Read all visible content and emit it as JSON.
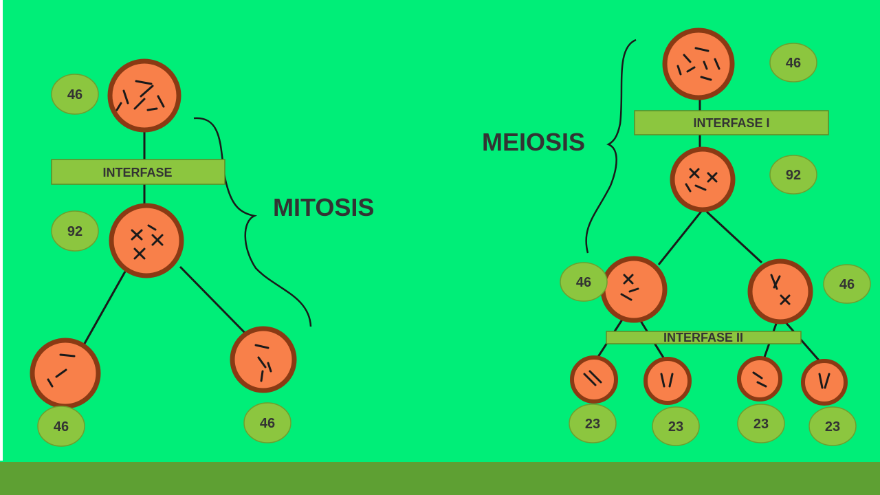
{
  "colors": {
    "background": "#00ee78",
    "cell_fill": "#f8804a",
    "cell_border": "#8a3a14",
    "badge_fill": "#8cc63f",
    "label_fill": "#8cc63f",
    "footer": "#5ea033",
    "line": "#1a1a1a"
  },
  "mitosis": {
    "title": "MITOSIS",
    "interfase_label": "INTERFASE",
    "counts": {
      "parent": "46",
      "after_interfase": "92",
      "daughter_left": "46",
      "daughter_right": "46"
    }
  },
  "meiosis": {
    "title": "MEIOSIS",
    "interfase_1_label": "INTERFASE I",
    "interfase_2_label": "INTERFASE II",
    "counts": {
      "parent": "46",
      "after_interfase_1": "92",
      "division1_left": "46",
      "division1_right": "46",
      "gamete_1": "23",
      "gamete_2": "23",
      "gamete_3": "23",
      "gamete_4": "23"
    }
  }
}
